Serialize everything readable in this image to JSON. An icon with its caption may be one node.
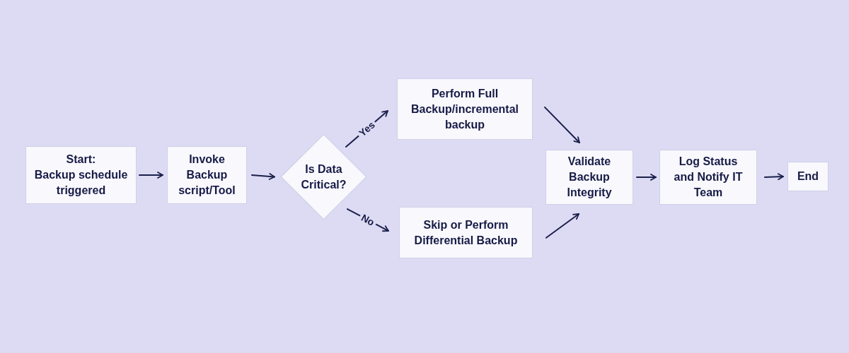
{
  "diagram": {
    "nodes": [
      {
        "text": [
          "Start:",
          "Backup schedule triggered"
        ]
      },
      {
        "text": [
          "Invoke Backup script/Tool"
        ]
      },
      {
        "text": [
          "Is Data Critical?"
        ]
      },
      {
        "text": [
          "Perform Full Backup/incremental backup"
        ]
      },
      {
        "text": [
          "Skip or Perform Differential Backup"
        ]
      },
      {
        "text": [
          "Validate Backup Integrity"
        ]
      },
      {
        "text": [
          "Log Status and Notify IT Team"
        ]
      },
      {
        "text": [
          "End"
        ]
      }
    ],
    "edges": [
      {
        "from": 0,
        "to": 1,
        "arrow": "to"
      },
      {
        "from": 1,
        "to": 2,
        "arrow": "to"
      },
      {
        "from": 2,
        "to": 3,
        "arrow": "to",
        "label": "Yes"
      },
      {
        "from": 2,
        "to": 4,
        "arrow": "to",
        "label": "No"
      },
      {
        "from": 3,
        "to": 5,
        "arrow": "to"
      },
      {
        "from": 4,
        "to": 5,
        "arrow": "to"
      },
      {
        "from": 5,
        "to": 6,
        "arrow": "to"
      },
      {
        "from": 6,
        "to": 7,
        "arrow": "to"
      }
    ]
  }
}
